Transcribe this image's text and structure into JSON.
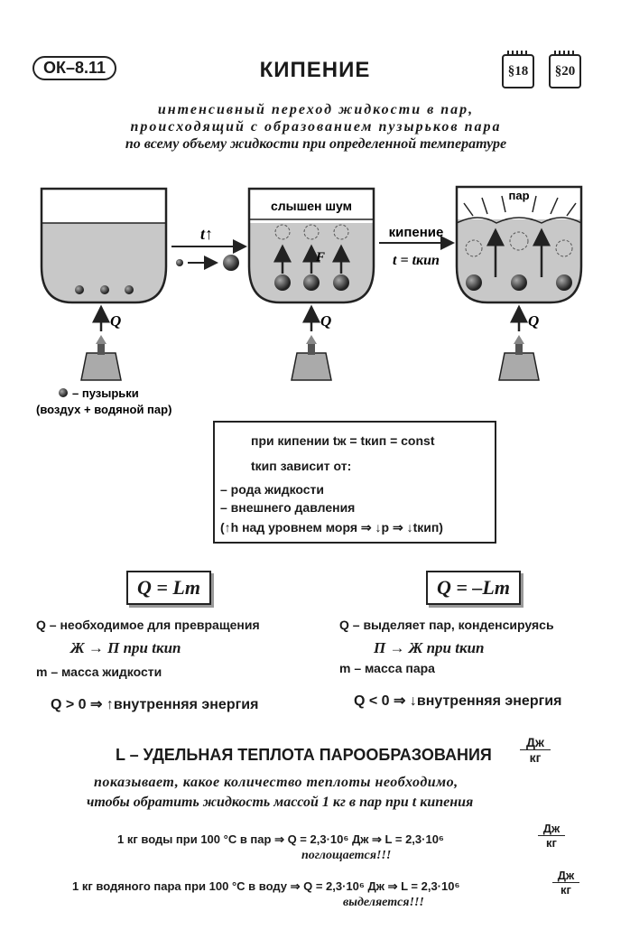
{
  "header": {
    "code": "ОК–8.11",
    "title": "КИПЕНИЕ",
    "refs": [
      "§18",
      "§20"
    ]
  },
  "definition": [
    "интенсивный переход жидкости в пар,",
    "происходящий с образованием пузырьков пара",
    "по всему объему жидкости при определенной температуре"
  ],
  "diagram": {
    "arrow1_label": "t↑",
    "noise_label": "слышен шум",
    "force_label": "F",
    "arrow2_label": "кипение",
    "arrow2_sublabel": "t = tкип",
    "steam_label": "пар",
    "heat_label": "Q",
    "legend_line1": "– пузырьки",
    "legend_line2": "(воздух + водяной пар)"
  },
  "box": {
    "line1": "при кипении tж = tкип = const",
    "line2": "tкип зависит от:",
    "line3": "– рода жидкости",
    "line4": "– внешнего давления",
    "line5": "(↑h над уровнем моря ⇒ ↓p ⇒ ↓tкип)"
  },
  "left_col": {
    "formula": "Q = Lm",
    "line1": "Q – необходимое для превращения",
    "line2": "Ж → П при tкип",
    "line3": "m – масса жидкости",
    "line4": "Q > 0 ⇒ ↑внутренняя энергия"
  },
  "right_col": {
    "formula": "Q = –Lm",
    "line1": "Q – выделяет пар, конденсируясь",
    "line2": "П → Ж при tкип",
    "line3": "m – масса пара",
    "line4": "Q < 0 ⇒ ↓внутренняя энергия"
  },
  "heat_def": {
    "title": "L – УДЕЛЬНАЯ ТЕПЛОТА ПАРООБРАЗОВАНИЯ",
    "unit_num": "Дж",
    "unit_den": "кг",
    "line1": "показывает, какое количество теплоты необходимо,",
    "line2": "чтобы обратить жидкость массой 1 кг в пар при t кипения"
  },
  "examples": {
    "ex1": "1 кг воды при 100 °С в пар ⇒ Q = 2,3·10⁶ Дж ⇒ L = 2,3·10⁶",
    "ex1_note": "поглощается!!!",
    "ex2": "1 кг водяного пара при 100 °С в воду ⇒ Q = 2,3·10⁶ Дж ⇒ L = 2,3·10⁶",
    "ex2_note": "выделяется!!!"
  }
}
